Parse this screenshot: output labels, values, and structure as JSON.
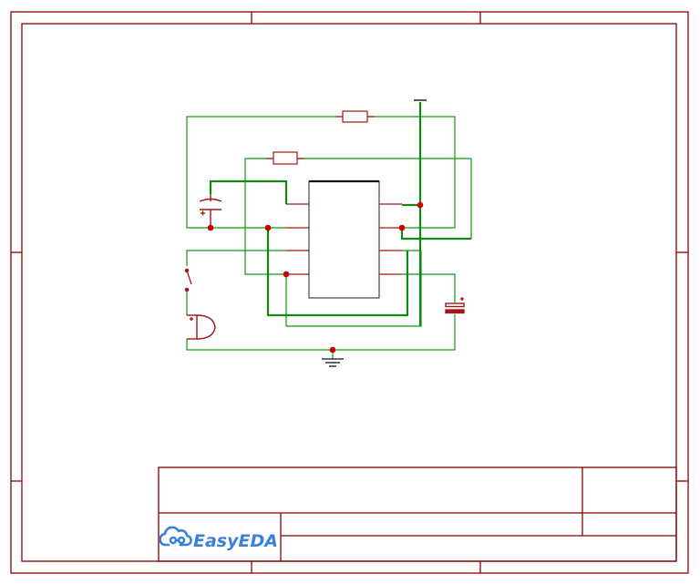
{
  "app": {
    "brand_name": "EasyEDA"
  },
  "colors": {
    "frame": "#8b0000",
    "wire": "#119911",
    "wire_thick": "#118811",
    "junction": "#cc0000",
    "component": "#a01818",
    "chip_body": "#222222",
    "logo": "#3b82d6"
  },
  "icons": {
    "logo": "cloud-link-icon",
    "power": "vcc-symbol-icon",
    "ground": "ground-symbol-icon"
  },
  "components": [
    {
      "kind": "resistor",
      "name": "resistor-top"
    },
    {
      "kind": "resistor",
      "name": "resistor-middle"
    },
    {
      "kind": "capacitor",
      "name": "capacitor-left"
    },
    {
      "kind": "ic",
      "name": "ic-8pin"
    },
    {
      "kind": "switch",
      "name": "push-switch"
    },
    {
      "kind": "buzzer",
      "name": "buzzer"
    },
    {
      "kind": "electrolytic-capacitor",
      "name": "capacitor-right"
    }
  ]
}
